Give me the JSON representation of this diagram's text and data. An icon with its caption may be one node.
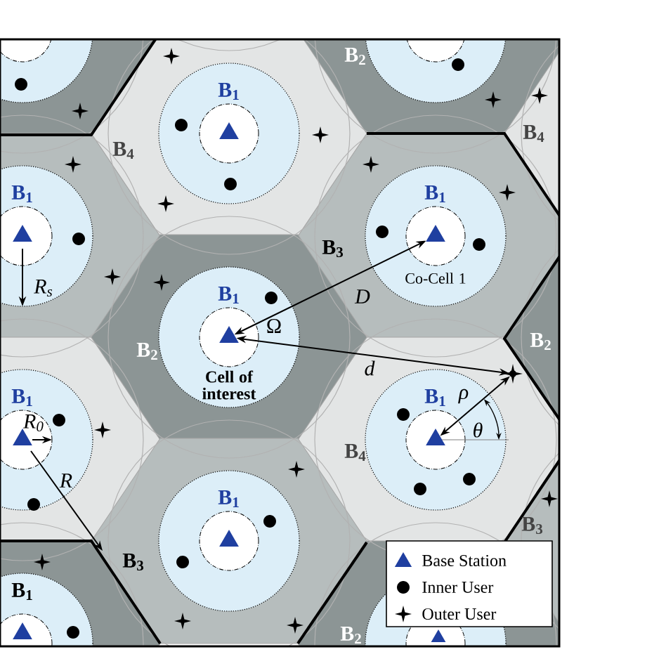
{
  "diagram": {
    "nodes": [
      {
        "text": [],
        "shape": "triangle",
        "beside": [
          "B$_{1}$"
        ]
      },
      {
        "text": [],
        "shape": "triangle",
        "beside": [
          "B$_{1}$"
        ]
      },
      {
        "text": [],
        "shape": "triangle",
        "beside": [
          "B$_{1}$",
          "Co-Cell 1"
        ]
      },
      {
        "text": [],
        "shape": "triangle",
        "beside": [
          "B$_{1}$",
          "Cell of interest"
        ]
      },
      {
        "text": [],
        "shape": "triangle",
        "beside": [
          "B$_{1}$"
        ]
      },
      {
        "text": [],
        "shape": "triangle",
        "beside": [
          "B$_{1}$"
        ]
      },
      {
        "text": [],
        "shape": "triangle",
        "beside": [
          "B$_{1}$"
        ]
      },
      {
        "text": [],
        "shape": "triangle",
        "beside": [
          "B$_{1}$"
        ]
      },
      {
        "text": [],
        "shape": "triangle"
      },
      {
        "text": [],
        "shape": "star"
      }
    ],
    "edges": [
      {
        "from": 3,
        "to": 2,
        "arrow": "both",
        "label": "D"
      },
      {
        "from": 3,
        "to": 9,
        "arrow": "both",
        "label": "d"
      },
      {
        "from": 5,
        "to": 9,
        "arrow": "both",
        "label": "ρ"
      }
    ],
    "labels": [
      "B$_{2}$",
      "B$_{4}$",
      "B$_{4}$",
      "B$_{3}$",
      "*R*$_{s}$",
      "Ω",
      "B$_{2}$",
      "B$_{2}$",
      "θ",
      "*R*$_{0}$",
      "B$_{4}$",
      "R",
      "B$_{3}$",
      "B$_{3}$",
      "B$_{2}$"
    ],
    "legend": [
      {
        "text": "Base Station"
      },
      {
        "text": "Inner User"
      },
      {
        "text": "Outer User"
      }
    ]
  }
}
